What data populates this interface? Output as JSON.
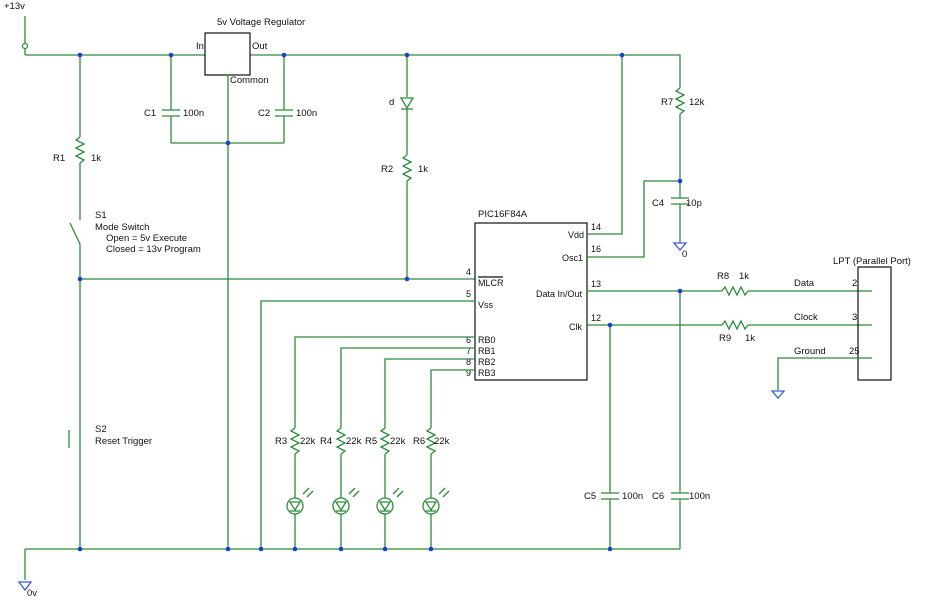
{
  "power": {
    "supply": "+13v",
    "ground": "0v"
  },
  "regulator": {
    "title": "5v Voltage Regulator",
    "pin_in": "In",
    "pin_out": "Out",
    "pin_common": "Common"
  },
  "capacitors": {
    "c1": {
      "ref": "C1",
      "value": "100n"
    },
    "c2": {
      "ref": "C2",
      "value": "100n"
    },
    "c4": {
      "ref": "C4",
      "value": "10p"
    },
    "c5": {
      "ref": "C5",
      "value": "100n"
    },
    "c6": {
      "ref": "C6",
      "value": "100n"
    }
  },
  "resistors": {
    "r1": {
      "ref": "R1",
      "value": "1k"
    },
    "r2": {
      "ref": "R2",
      "value": "1k"
    },
    "r3": {
      "ref": "R3",
      "value": "22k"
    },
    "r4": {
      "ref": "R4",
      "value": "22k"
    },
    "r5": {
      "ref": "R5",
      "value": "22k"
    },
    "r6": {
      "ref": "R6",
      "value": "22k"
    },
    "r7": {
      "ref": "R7",
      "value": "12k"
    },
    "r8": {
      "ref": "R8",
      "value": "1k"
    },
    "r9": {
      "ref": "R9",
      "value": "1k"
    }
  },
  "diode": {
    "ref": "d"
  },
  "c4_ground": "0",
  "switch_s1": {
    "ref": "S1",
    "title": "Mode Switch",
    "line1": "Open = 5v Execute",
    "line2": "Closed = 13v Program"
  },
  "switch_s2": {
    "ref": "S2",
    "title": "Reset Trigger"
  },
  "mcu": {
    "name": "PIC16F84A",
    "pins": [
      {
        "num": "14",
        "label": "Vdd"
      },
      {
        "num": "16",
        "label": "Osc1"
      },
      {
        "num": "4",
        "label": "MLCR"
      },
      {
        "num": "13",
        "label": "Data In/Out"
      },
      {
        "num": "5",
        "label": "Vss"
      },
      {
        "num": "12",
        "label": "Clk"
      },
      {
        "num": "6",
        "label": "RB0"
      },
      {
        "num": "7",
        "label": "RB1"
      },
      {
        "num": "8",
        "label": "RB2"
      },
      {
        "num": "9",
        "label": "RB3"
      }
    ]
  },
  "lpt": {
    "title": "LPT (Parallel Port)",
    "signals": [
      {
        "name": "Data",
        "pin": "2"
      },
      {
        "name": "Clock",
        "pin": "3"
      },
      {
        "name": "Ground",
        "pin": "25"
      }
    ]
  },
  "colors": {
    "wire": "#2e8b3a",
    "junction": "#1a3fd1",
    "ground_symbol": "#3b5bd6",
    "outline": "#111111"
  }
}
